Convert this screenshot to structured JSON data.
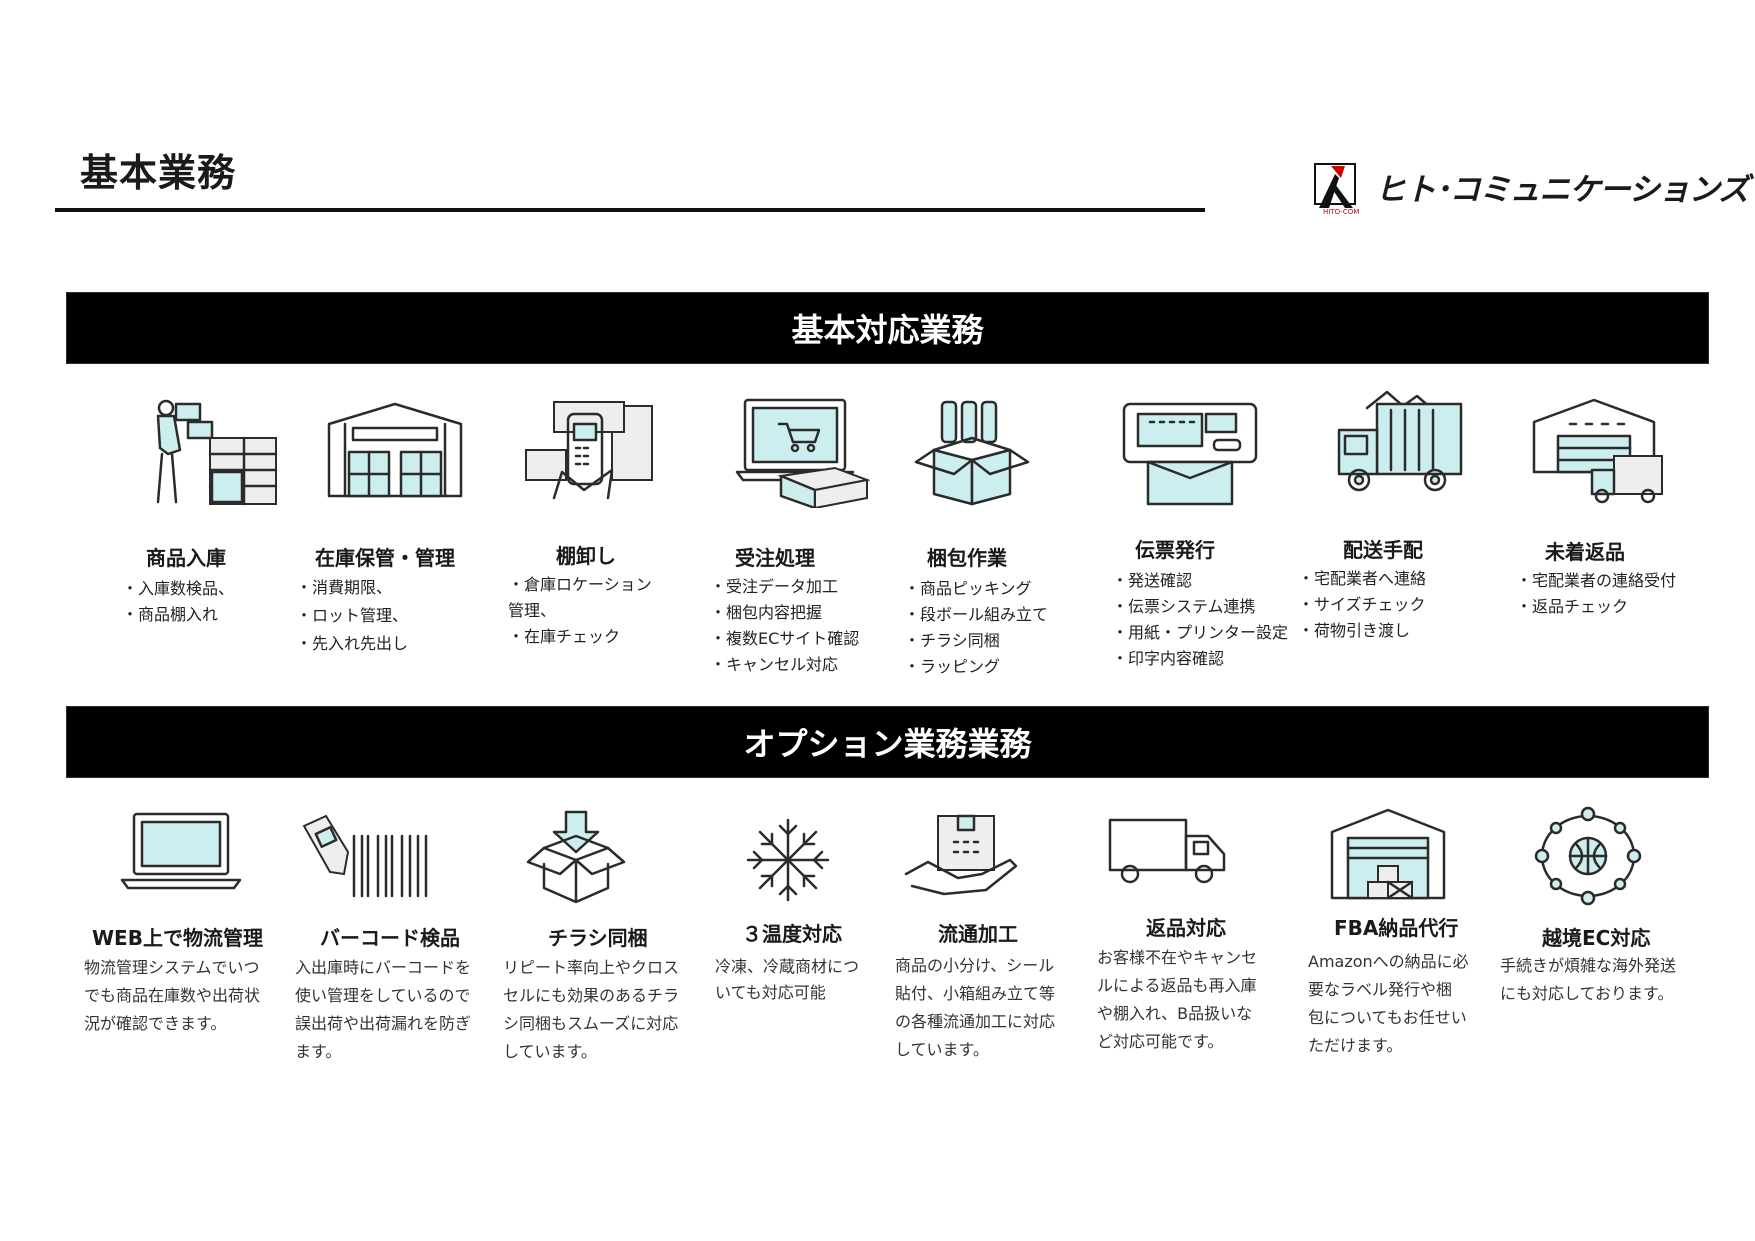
{
  "page": {
    "title": "基本業務"
  },
  "logo": {
    "text": "ヒト･コミュニケーションズ",
    "sub": "HITO-COM"
  },
  "basic": {
    "banner": "基本対応業務",
    "items": [
      {
        "icon": "warehouse-worker-icon",
        "title": "商品入庫",
        "bullets": [
          "入庫数検品、",
          "商品棚入れ"
        ]
      },
      {
        "icon": "warehouse-icon",
        "title": "在庫保管・管理",
        "bullets": [
          "消費期限、",
          "ロット管理、",
          "先入れ先出し"
        ]
      },
      {
        "icon": "handheld-scanner-icon",
        "title": "棚卸し",
        "bullets": [
          "倉庫ロケーション",
          "在庫チェック"
        ],
        "bullet_extra": "管理、"
      },
      {
        "icon": "online-order-icon",
        "title": "受注処理",
        "bullets": [
          "受注データ加工",
          "梱包内容把握",
          "複数ECサイト確認",
          "キャンセル対応"
        ]
      },
      {
        "icon": "packing-box-icon",
        "title": "梱包作業",
        "bullets": [
          "商品ピッキング",
          "段ボール組み立て",
          "チラシ同梱",
          "ラッピング"
        ]
      },
      {
        "icon": "label-printer-icon",
        "title": "伝票発行",
        "bullets": [
          "発送確認",
          "伝票システム連携",
          "用紙・プリンター設定",
          "印字内容確認"
        ]
      },
      {
        "icon": "delivery-truck-icon",
        "title": "配送手配",
        "bullets": [
          "宅配業者へ連絡",
          "サイズチェック",
          "荷物引き渡し"
        ]
      },
      {
        "icon": "returns-warehouse-icon",
        "title": "未着返品",
        "bullets": [
          "宅配業者の連絡受付",
          "返品チェック"
        ]
      }
    ]
  },
  "option": {
    "banner": "オプション業務業務",
    "items": [
      {
        "icon": "laptop-icon",
        "title": "WEB上で物流管理",
        "desc": [
          "物流管理システムでいつ",
          "でも商品在庫数や出荷状",
          "況が確認できます。"
        ]
      },
      {
        "icon": "barcode-scanner-icon",
        "title": "バーコード検品",
        "desc": [
          "入出庫時にバーコードを",
          "使い管理をしているので",
          "誤出荷や出荷漏れを防ぎ",
          "ます。"
        ]
      },
      {
        "icon": "flyer-box-icon",
        "title": "チラシ同梱",
        "desc": [
          "リピート率向上やクロス",
          "セルにも効果のあるチラ",
          "シ同梱もスムーズに対応",
          "しています。"
        ]
      },
      {
        "icon": "snowflake-icon",
        "title": "３温度対応",
        "desc": [
          "冷凍、冷蔵商材につ",
          "いても対応可能"
        ]
      },
      {
        "icon": "hand-package-icon",
        "title": "流通加工",
        "desc": [
          "商品の小分け、シール",
          "貼付、小箱組み立て等",
          "の各種流通加工に対応",
          "しています。"
        ]
      },
      {
        "icon": "truck-icon",
        "title": "返品対応",
        "desc": [
          "お客様不在やキャンセ",
          "ルによる返品も再入庫",
          "や棚入れ、B品扱いな",
          "ど対応可能です。"
        ]
      },
      {
        "icon": "fba-warehouse-icon",
        "title": "FBA納品代行",
        "desc": [
          "Amazonへの納品に必",
          "要なラベル発行や梱",
          "包についてもお任せい",
          "ただけます。"
        ]
      },
      {
        "icon": "global-network-icon",
        "title": "越境EC対応",
        "desc": [
          "手続きが煩雑な海外発送",
          "にも対応しております。"
        ]
      }
    ]
  }
}
